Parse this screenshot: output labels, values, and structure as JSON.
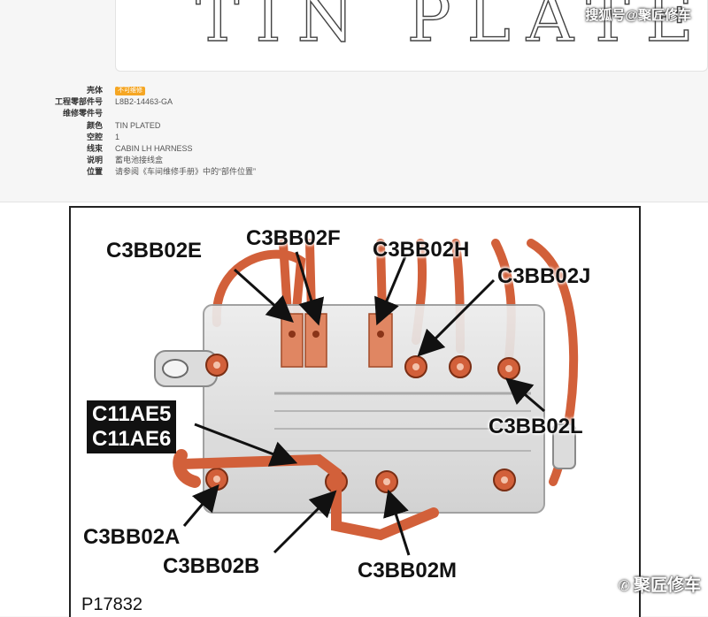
{
  "banner": {
    "text": "TIN PLATED",
    "watermark": "搜狐号@聚匠修车"
  },
  "specs": [
    {
      "label": "壳体",
      "value": "",
      "badge": "不可维修"
    },
    {
      "label": "工程零部件号",
      "value": "L8B2-14463-GA"
    },
    {
      "label": "维修零件号",
      "value": ""
    },
    {
      "label": "颜色",
      "value": "TIN PLATED"
    },
    {
      "label": "空腔",
      "value": "1"
    },
    {
      "label": "线束",
      "value": "CABIN LH HARNESS"
    },
    {
      "label": "说明",
      "value": "蓄电池接线盒"
    },
    {
      "label": "位置",
      "value": "请参阅《车间维修手册》中的“部件位置”"
    }
  ],
  "diagram": {
    "figure_id": "P17832",
    "callouts": {
      "e": "C3BB02E",
      "f": "C3BB02F",
      "h": "C3BB02H",
      "j": "C3BB02J",
      "l": "C3BB02L",
      "c11_1": "C11AE5",
      "c11_2": "C11AE6",
      "a": "C3BB02A",
      "b": "C3BB02B",
      "m": "C3BB02M"
    },
    "colors": {
      "copper": "#d2603a",
      "housing": "#d8d8d8",
      "line": "#1a1a1a"
    }
  },
  "footer": {
    "watermark": "聚匠修车"
  }
}
